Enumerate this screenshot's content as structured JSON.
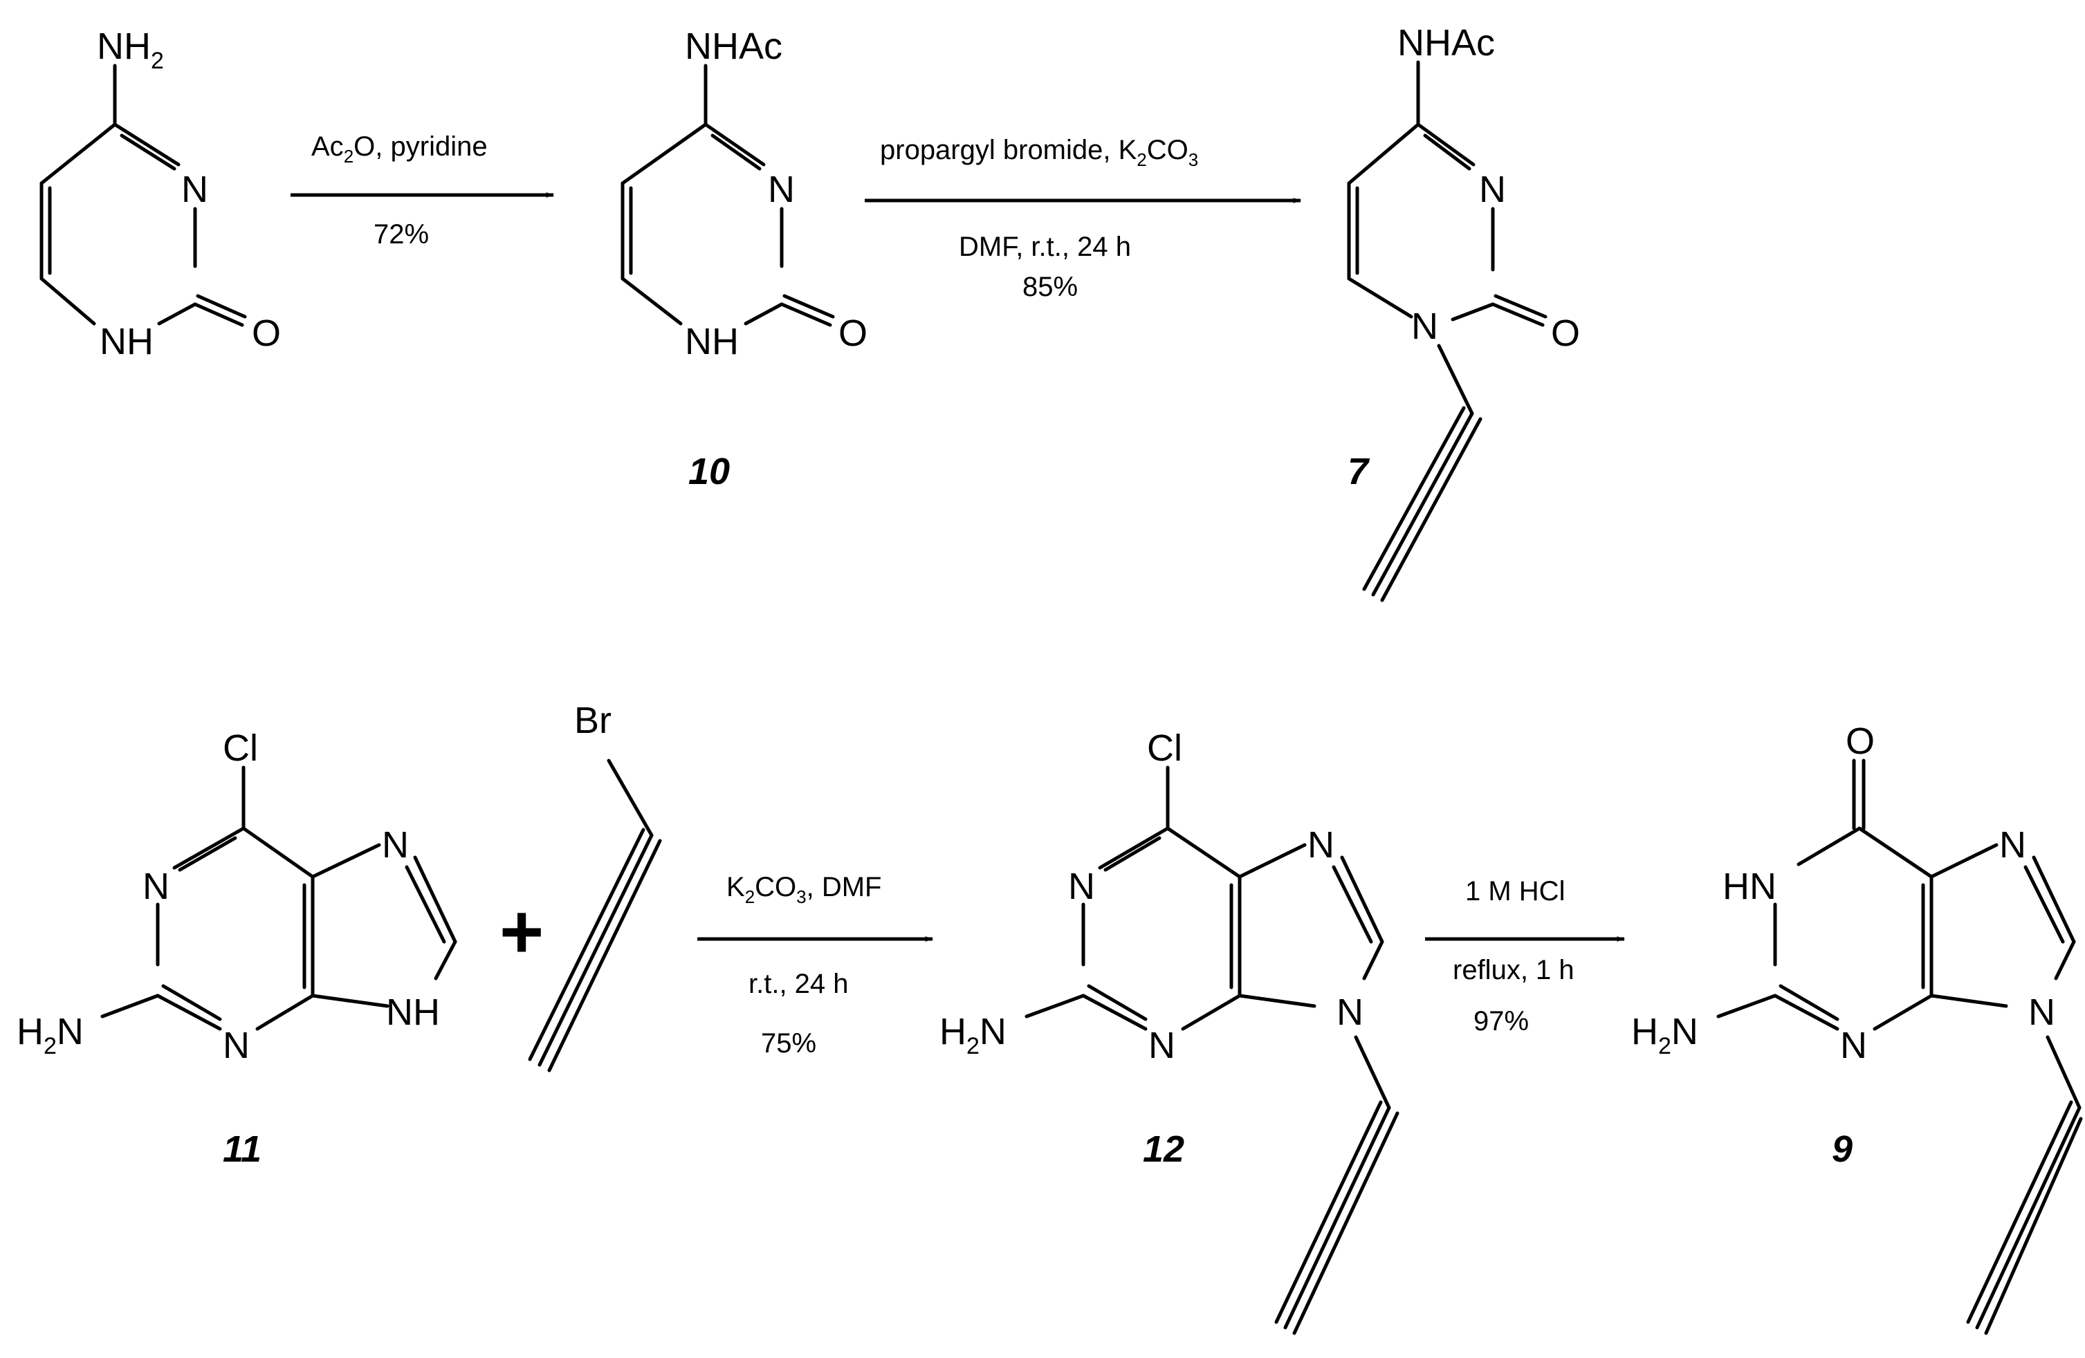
{
  "labels": {
    "cyt_nh2": "NH",
    "cyt_nh2_sub": "2",
    "cyt_n": "N",
    "cyt_nh": "NH",
    "cyt_o": "O",
    "c10_nhac": "NHAc",
    "c10_n": "N",
    "c10_nh": "NH",
    "c10_o": "O",
    "c10_num": "10",
    "c7_nhac": "NHAc",
    "c7_n3": "N",
    "c7_n1": "N",
    "c7_o": "O",
    "c7_num": "7",
    "c11_cl": "Cl",
    "c11_n1": "N",
    "c11_n3": "N",
    "c11_n7": "N",
    "c11_nh": "NH",
    "c11_h2n_h": "H",
    "c11_h2n_sub": "2",
    "c11_h2n_n": "N",
    "c11_num": "11",
    "plus": "+",
    "prop_br": "Br",
    "c12_cl": "Cl",
    "c12_n1": "N",
    "c12_n3": "N",
    "c12_n7": "N",
    "c12_n9": "N",
    "c12_h2n_h": "H",
    "c12_h2n_sub": "2",
    "c12_h2n_n": "N",
    "c12_num": "12",
    "c9_o": "O",
    "c9_hn": "HN",
    "c9_n3": "N",
    "c9_n7": "N",
    "c9_n9": "N",
    "c9_h2n_h": "H",
    "c9_h2n_sub": "2",
    "c9_h2n_n": "N",
    "c9_num": "9"
  },
  "conditions": {
    "r1_above_a": "Ac",
    "r1_above_sub": "2",
    "r1_above_b": "O, pyridine",
    "r1_below": "72%",
    "r2_above_a": "propargyl bromide, K",
    "r2_above_sub1": "2",
    "r2_above_b": "CO",
    "r2_above_sub2": "3",
    "r2_below1": "DMF, r.t., 24 h",
    "r2_below2": "85%",
    "r3_above_a": "K",
    "r3_above_sub1": "2",
    "r3_above_b": "CO",
    "r3_above_sub2": "3",
    "r3_above_c": ", DMF",
    "r3_below1": "r.t., 24 h",
    "r3_below2": "75%",
    "r4_above": "1 M HCl",
    "r4_below1": "reflux, 1 h",
    "r4_below2": "97%"
  }
}
